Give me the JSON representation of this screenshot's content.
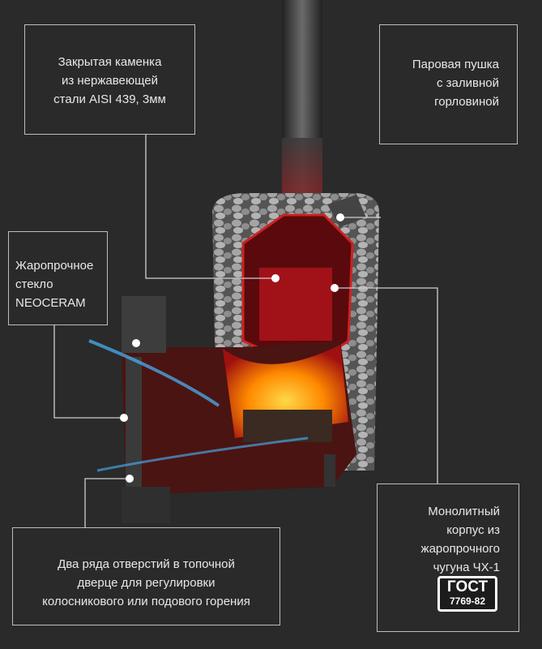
{
  "callouts": {
    "stone_box": {
      "lines": [
        "Закрытая каменка",
        "из нержавеющей",
        "стали AISI 439, 3мм"
      ]
    },
    "steam_gun": {
      "lines": [
        "Паровая пушка",
        "с заливной",
        "горловиной"
      ]
    },
    "glass": {
      "lines": [
        "Жаропрочное",
        "стекло",
        "NEOCERAM"
      ]
    },
    "door_holes": {
      "lines": [
        "Два ряда отверстий в топочной",
        "дверце для регулировки",
        "колосникового или подового горения"
      ]
    },
    "body": {
      "lines": [
        "Монолитный",
        "корпус из",
        "жаропрочного",
        "чугуна ЧХ-1"
      ]
    }
  },
  "badge": {
    "title": "ГОСТ",
    "number": "7769-82"
  },
  "colors": {
    "background": "#2a2a2a",
    "border": "#bdbdbd",
    "fire": "#ff8a00",
    "stones": "#9a9a9a"
  }
}
